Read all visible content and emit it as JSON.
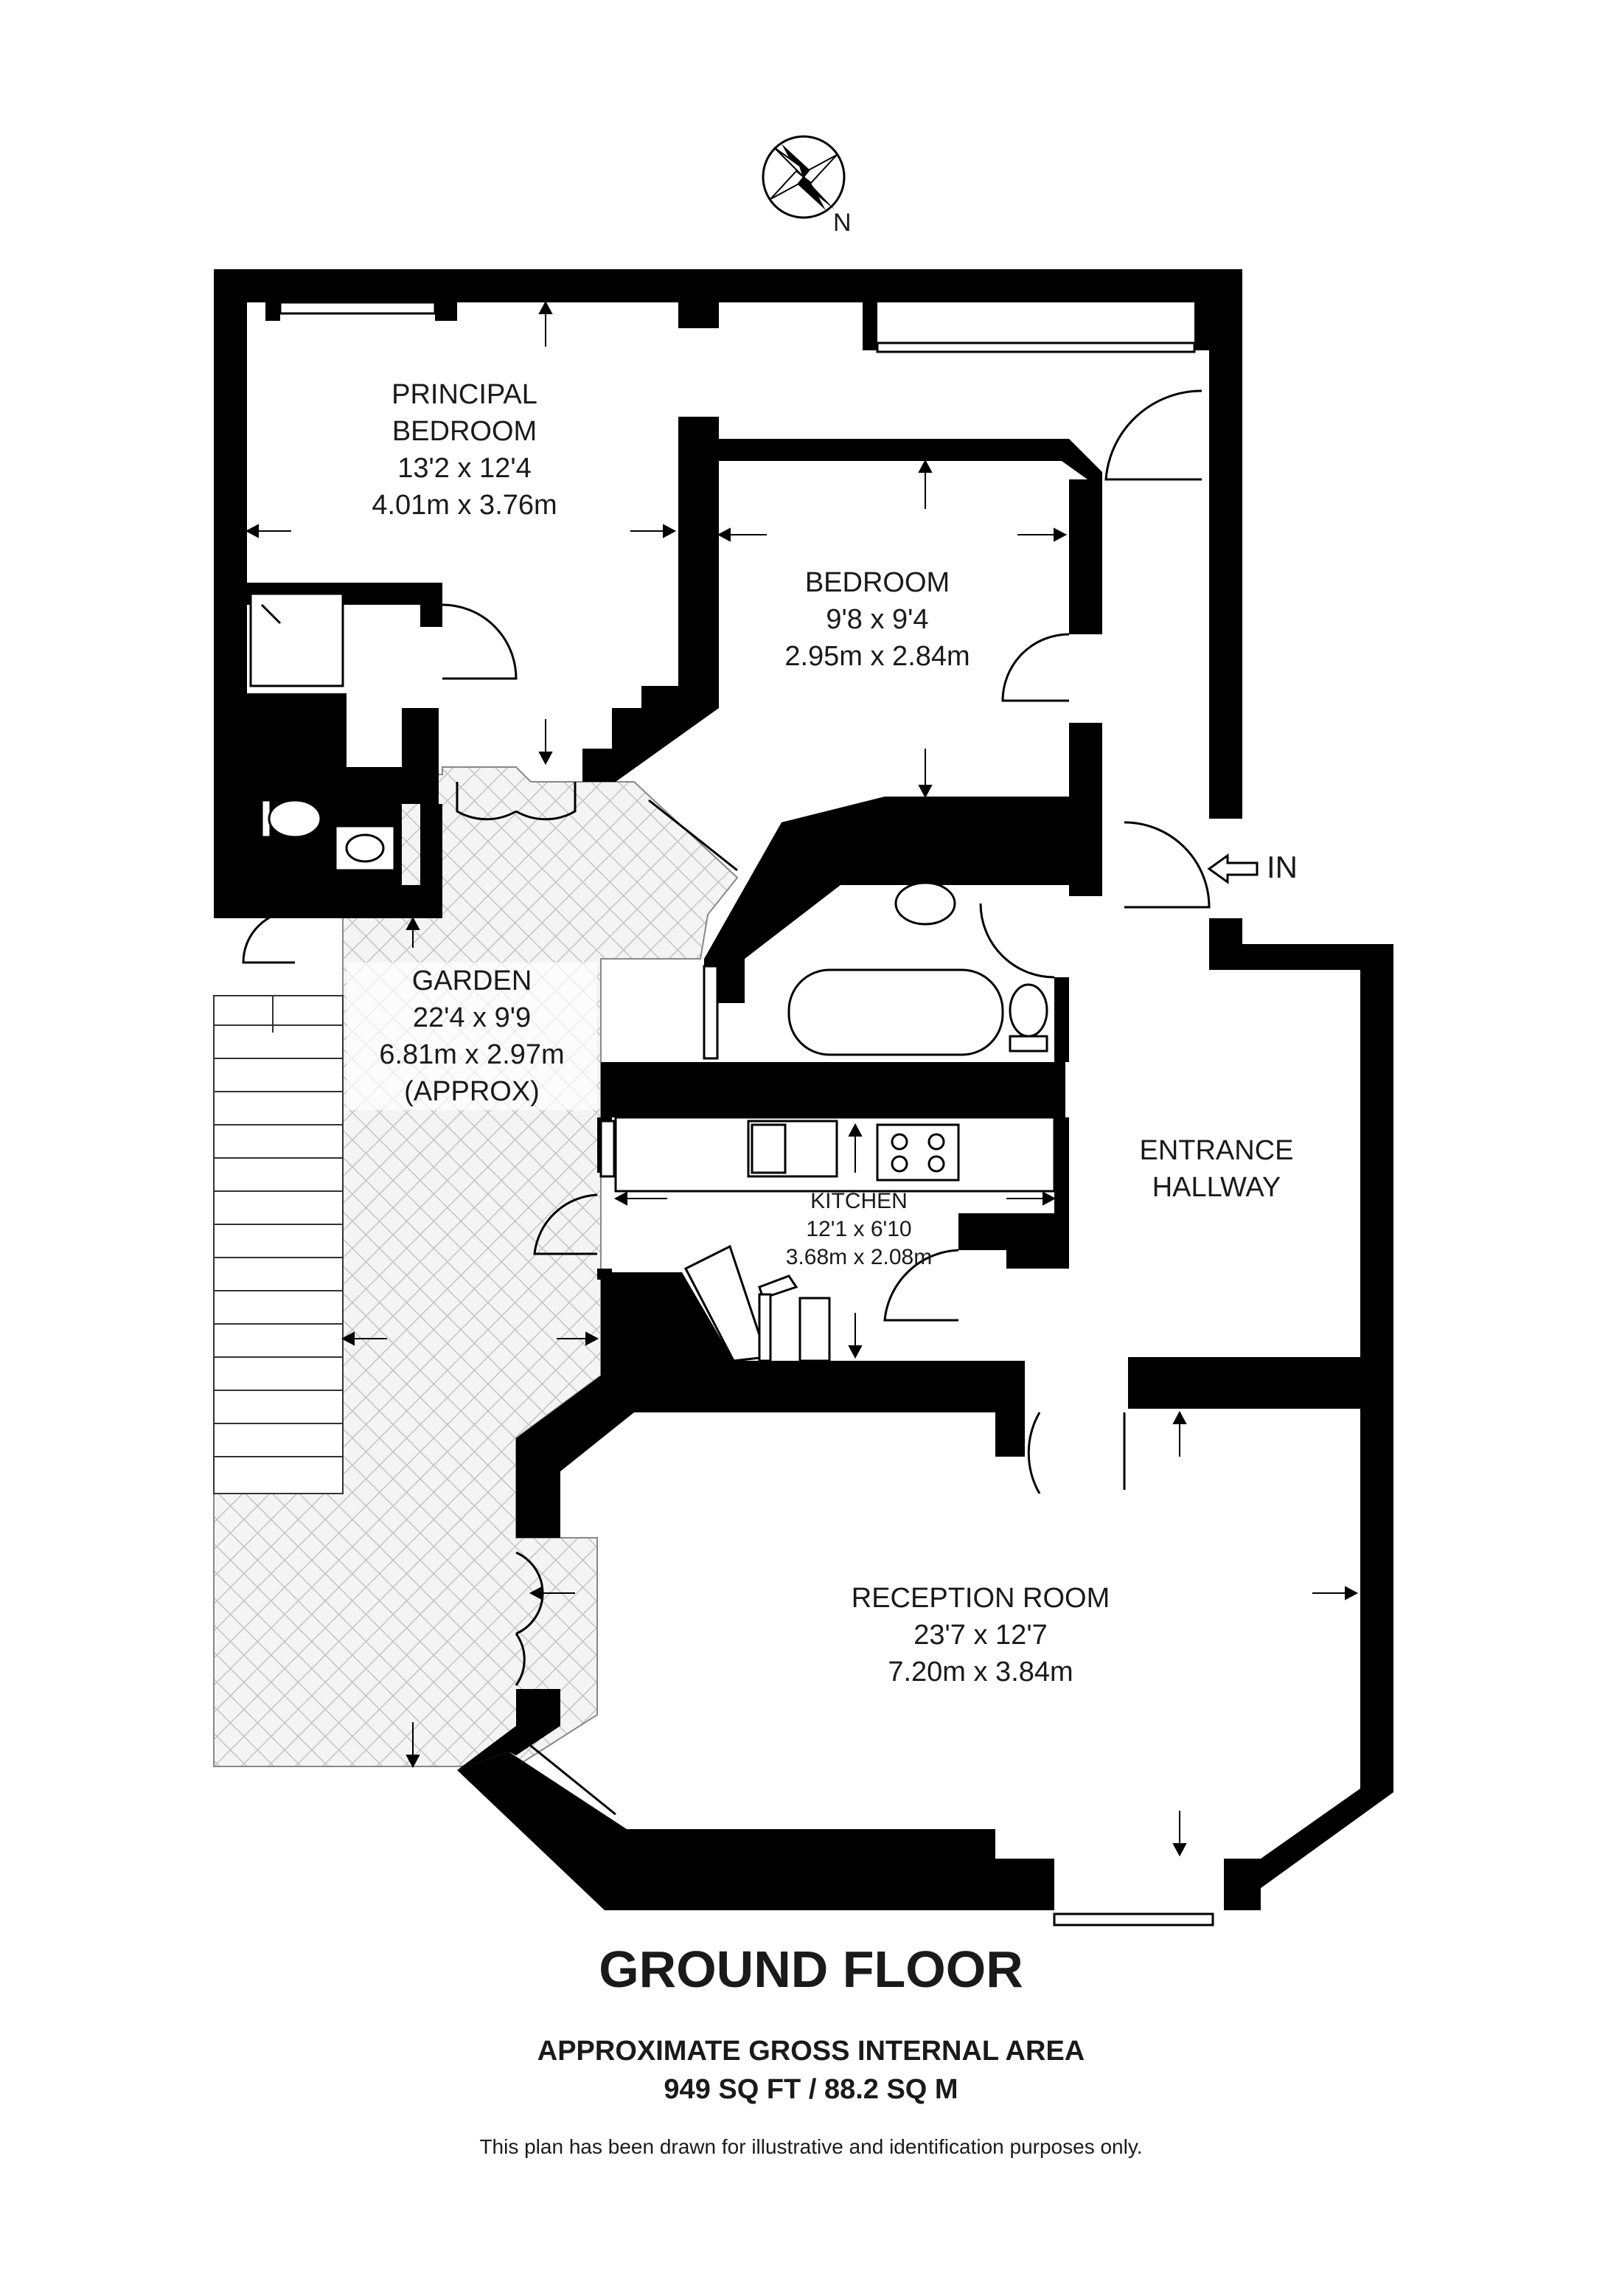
{
  "rooms": {
    "principal_bedroom": {
      "name1": "PRINCIPAL",
      "name2": "BEDROOM",
      "imperial": "13'2 x 12'4",
      "metric": "4.01m x 3.76m"
    },
    "bedroom": {
      "name": "BEDROOM",
      "imperial": "9'8 x 9'4",
      "metric": "2.95m x 2.84m"
    },
    "garden": {
      "name": "GARDEN",
      "imperial": "22'4 x 9'9",
      "metric": "6.81m x 2.97m",
      "note": "(APPROX)"
    },
    "kitchen": {
      "name": "KITCHEN",
      "imperial": "12'1 x 6'10",
      "metric": "3.68m x 2.08m"
    },
    "entrance_hallway": {
      "name1": "ENTRANCE",
      "name2": "HALLWAY"
    },
    "reception_room": {
      "name": "RECEPTION ROOM",
      "imperial": "23'7 x 12'7",
      "metric": "7.20m x 3.84m"
    }
  },
  "compass": {
    "label": "N"
  },
  "entrance": {
    "label": "IN"
  },
  "floor_title": "GROUND FLOOR",
  "area": {
    "line1": "APPROXIMATE GROSS INTERNAL AREA",
    "line2": "949 SQ FT / 88.2 SQ M"
  },
  "disclaimer": "This plan has been drawn for illustrative and identification purposes only.",
  "colors": {
    "wall": "#000000",
    "garden_fill": "#d9d9d9",
    "line": "#1a1a1a"
  }
}
